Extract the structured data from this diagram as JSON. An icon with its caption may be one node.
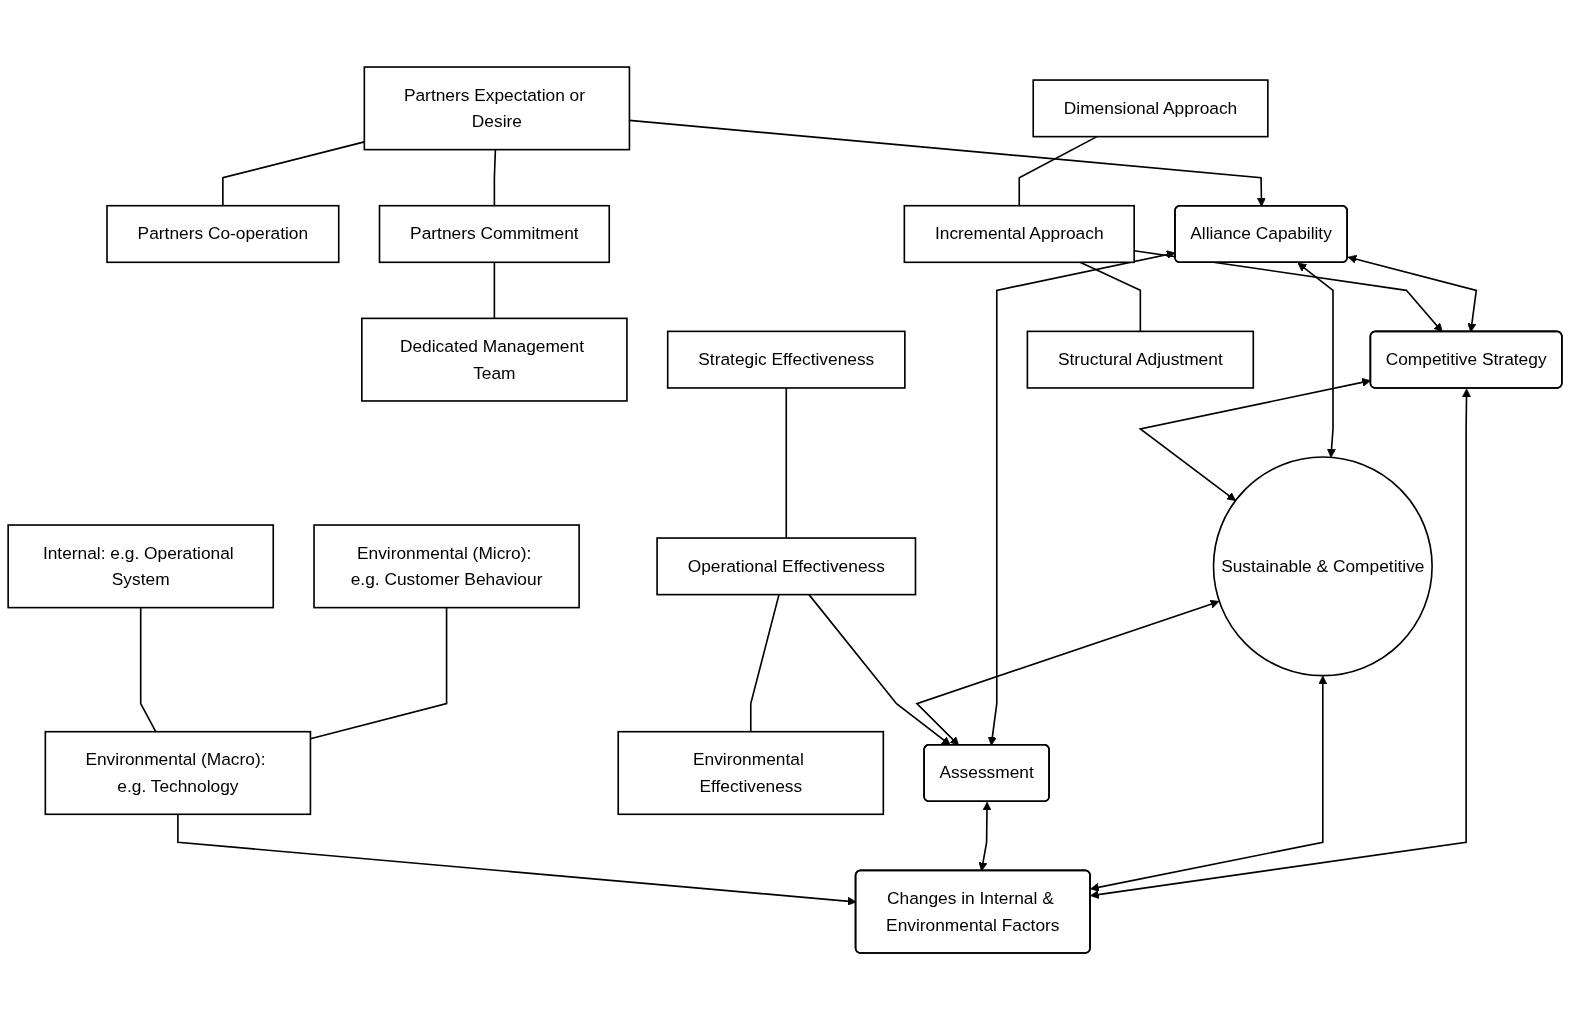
{
  "diagram": {
    "nodes": [
      {
        "text": [
          "Partners Expectation or Desire"
        ]
      },
      {
        "text": [
          "Partners Co-operation"
        ]
      },
      {
        "text": [
          "Partners Commitment"
        ]
      },
      {
        "text": [
          "Dedicated Management Team"
        ]
      },
      {
        "text": [
          "Alliance Capability"
        ]
      },
      {
        "text": [
          "Dimensional Approach"
        ]
      },
      {
        "text": [
          "Incremental Approach"
        ]
      },
      {
        "text": [
          "Structural Adjustment"
        ]
      },
      {
        "text": [
          "Competitive Strategy"
        ]
      },
      {
        "text": [
          "Sustainable & Competitive"
        ]
      },
      {
        "text": [
          "Strategic Effectiveness"
        ]
      },
      {
        "text": [
          "Assessment"
        ]
      },
      {
        "text": [
          "Operational Effectiveness"
        ]
      },
      {
        "text": [
          "Environmental Effectiveness"
        ]
      },
      {
        "text": [
          "Changes in Internal & Environmental Factors"
        ]
      },
      {
        "text": [
          "Environmental (Micro): e.g. Customer Behaviour"
        ]
      },
      {
        "text": [
          "Internal: e.g. Operational System"
        ]
      },
      {
        "text": [
          "Environmental (Macro): e.g. Technology"
        ]
      }
    ],
    "edges": [
      {
        "from": 0,
        "to": 1,
        "arrow": "none"
      },
      {
        "from": 0,
        "to": 2,
        "arrow": "none"
      },
      {
        "from": 2,
        "to": 3,
        "arrow": "none"
      },
      {
        "from": 0,
        "to": 4,
        "arrow": "to"
      },
      {
        "from": 4,
        "to": 8,
        "arrow": "both"
      },
      {
        "from": 5,
        "to": 6,
        "arrow": "none"
      },
      {
        "from": 6,
        "to": 8,
        "arrow": "to"
      },
      {
        "from": 6,
        "to": 7,
        "arrow": "none"
      },
      {
        "from": 4,
        "to": 9,
        "arrow": "both"
      },
      {
        "from": 8,
        "to": 9,
        "arrow": "both"
      },
      {
        "from": 4,
        "to": 11,
        "arrow": "both"
      },
      {
        "from": 8,
        "to": 14,
        "arrow": "both"
      },
      {
        "from": 9,
        "to": 11,
        "arrow": "both"
      },
      {
        "from": 9,
        "to": 14,
        "arrow": "both"
      },
      {
        "from": 11,
        "to": 14,
        "arrow": "both"
      },
      {
        "from": 10,
        "to": 12,
        "arrow": "none"
      },
      {
        "from": 12,
        "to": 11,
        "arrow": "to"
      },
      {
        "from": 12,
        "to": 13,
        "arrow": "none"
      },
      {
        "from": 15,
        "to": 17,
        "arrow": "none"
      },
      {
        "from": 16,
        "to": 17,
        "arrow": "none"
      },
      {
        "from": 17,
        "to": 14,
        "arrow": "to"
      }
    ]
  }
}
